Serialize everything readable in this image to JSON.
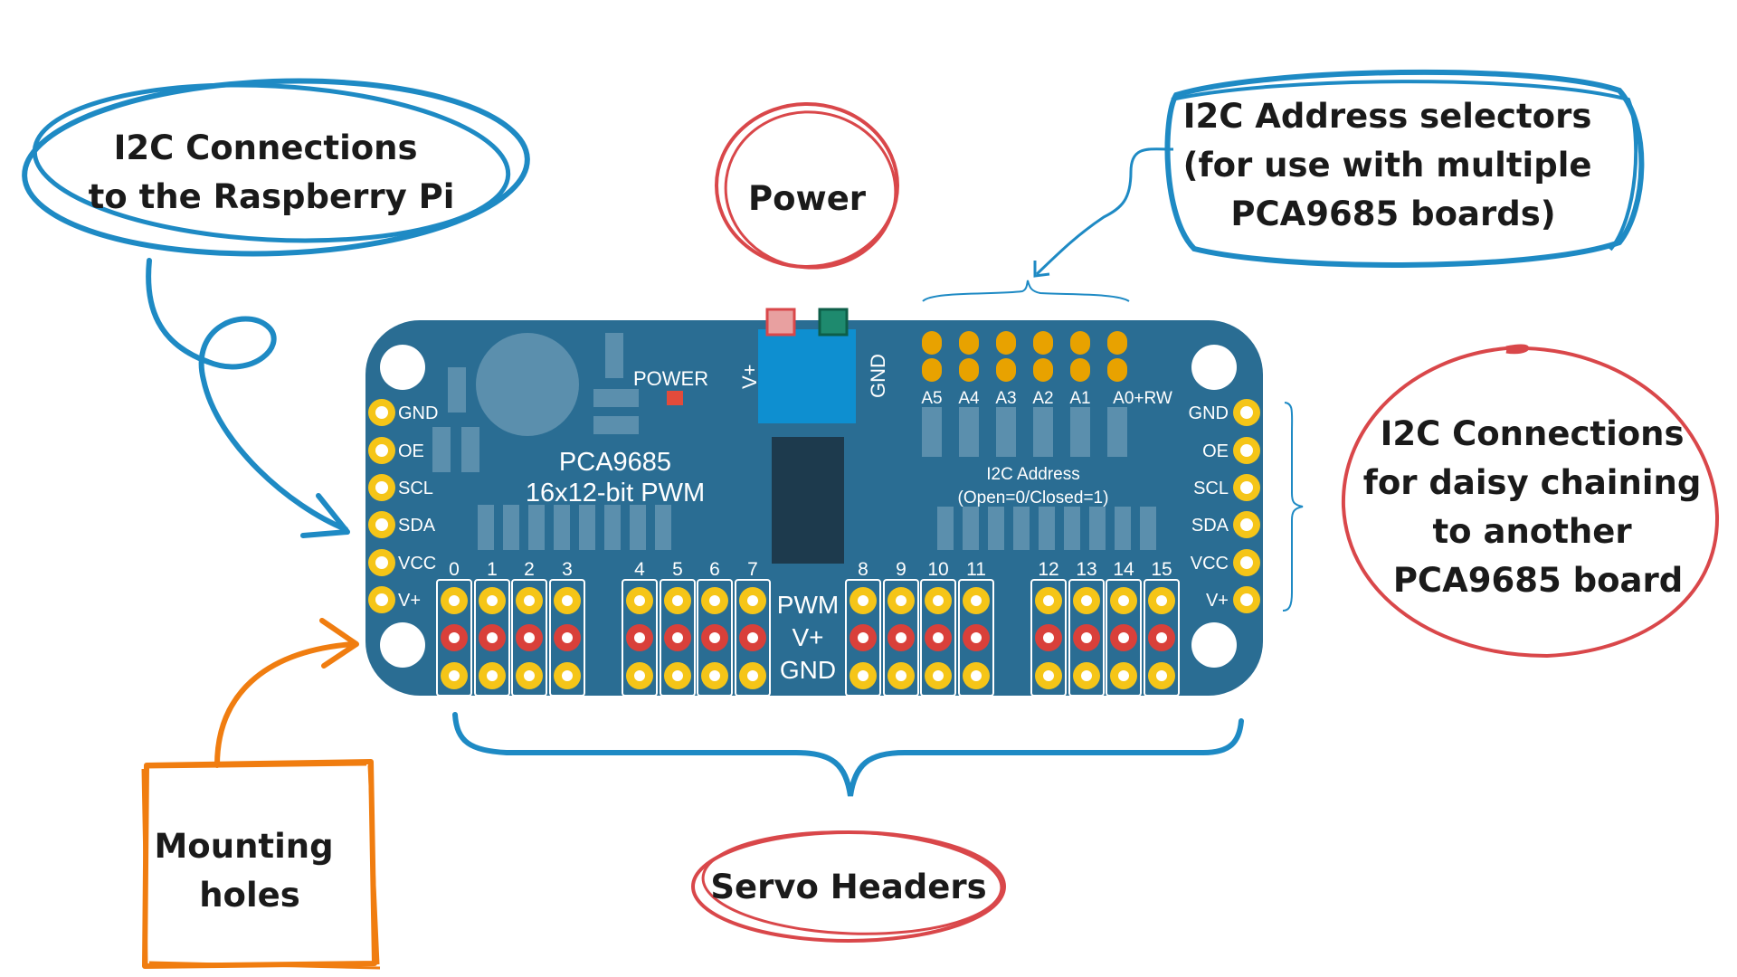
{
  "colors": {
    "board": "#2a6d93",
    "board_marking": "#5b8fad",
    "pad_yellow": "#f5c518",
    "pad_red": "#d9403a",
    "terminal_blue": "#0e8fd0",
    "chip": "#1d3a4d",
    "jumper_orange": "#e8a200",
    "blue_ink": "#1e8ac4",
    "red_ink": "#d9474a",
    "orange_ink": "#f07d10",
    "power_led": "#e24b3b"
  },
  "callouts": {
    "i2c_pi": [
      "I2C Connections",
      "to the Raspberry Pi"
    ],
    "power": [
      "Power"
    ],
    "address": [
      "I2C Address selectors",
      "(for use with multiple",
      "PCA9685 boards)"
    ],
    "daisy": [
      "I2C Connections",
      "for daisy chaining",
      "to another",
      "PCA9685 board"
    ],
    "mounting": [
      "Mounting",
      "holes"
    ],
    "servo": [
      "Servo Headers"
    ]
  },
  "board": {
    "power_label": "POWER",
    "chip_name": "PCA9685",
    "chip_desc": "16x12-bit PWM",
    "terminal_vplus": "V+",
    "terminal_gnd": "GND",
    "address_jumpers": [
      "A5",
      "A4",
      "A3",
      "A2",
      "A1",
      "A0+RW"
    ],
    "address_title": "I2C Address",
    "address_sub": "(Open=0/Closed=1)",
    "left_pins": [
      "GND",
      "OE",
      "SCL",
      "SDA",
      "VCC",
      "V+"
    ],
    "right_pins": [
      "GND",
      "OE",
      "SCL",
      "SDA",
      "VCC",
      "V+"
    ],
    "servo_channels": [
      "0",
      "1",
      "2",
      "3",
      "4",
      "5",
      "6",
      "7",
      "8",
      "9",
      "10",
      "11",
      "12",
      "13",
      "14",
      "15"
    ],
    "pwm_rows": [
      "PWM",
      "V+",
      "GND"
    ]
  }
}
